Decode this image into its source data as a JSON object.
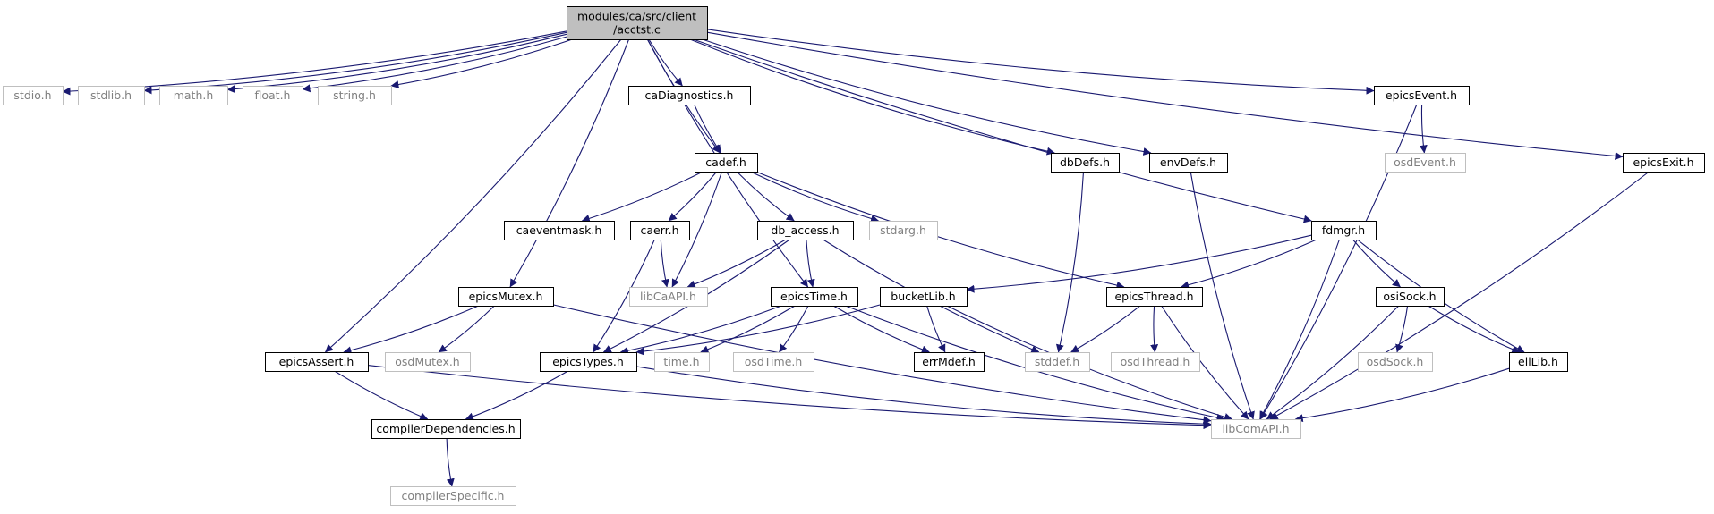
{
  "colors": {
    "edge": "#191970",
    "root_fill": "#bfbfbf",
    "node_border": "#000000",
    "external_border": "#bfbfbf",
    "node_text": "#000000",
    "external_text": "#808080",
    "background": "#ffffff"
  },
  "graph": {
    "nodes": [
      {
        "id": "acctst",
        "label": "modules/ca/src/client",
        "label2": "/acctst.c",
        "style": "root"
      },
      {
        "id": "stdio",
        "label": "stdio.h",
        "style": "external"
      },
      {
        "id": "stdlib",
        "label": "stdlib.h",
        "style": "external"
      },
      {
        "id": "math",
        "label": "math.h",
        "style": "external"
      },
      {
        "id": "float",
        "label": "float.h",
        "style": "external"
      },
      {
        "id": "string",
        "label": "string.h",
        "style": "external"
      },
      {
        "id": "caDiagnostics",
        "label": "caDiagnostics.h",
        "style": "normal"
      },
      {
        "id": "cadef",
        "label": "cadef.h",
        "style": "normal"
      },
      {
        "id": "dbDefs",
        "label": "dbDefs.h",
        "style": "normal"
      },
      {
        "id": "envDefs",
        "label": "envDefs.h",
        "style": "normal"
      },
      {
        "id": "epicsEvent",
        "label": "epicsEvent.h",
        "style": "normal"
      },
      {
        "id": "osdEvent",
        "label": "osdEvent.h",
        "style": "external"
      },
      {
        "id": "epicsExit",
        "label": "epicsExit.h",
        "style": "normal"
      },
      {
        "id": "caeventmask",
        "label": "caeventmask.h",
        "style": "normal"
      },
      {
        "id": "caerr",
        "label": "caerr.h",
        "style": "normal"
      },
      {
        "id": "db_access",
        "label": "db_access.h",
        "style": "normal"
      },
      {
        "id": "stdarg",
        "label": "stdarg.h",
        "style": "external"
      },
      {
        "id": "fdmgr",
        "label": "fdmgr.h",
        "style": "normal"
      },
      {
        "id": "epicsMutex",
        "label": "epicsMutex.h",
        "style": "normal"
      },
      {
        "id": "libCaAPI",
        "label": "libCaAPI.h",
        "style": "external"
      },
      {
        "id": "epicsTime",
        "label": "epicsTime.h",
        "style": "normal"
      },
      {
        "id": "bucketLib",
        "label": "bucketLib.h",
        "style": "normal"
      },
      {
        "id": "epicsThread",
        "label": "epicsThread.h",
        "style": "normal"
      },
      {
        "id": "osiSock",
        "label": "osiSock.h",
        "style": "normal"
      },
      {
        "id": "epicsAssert",
        "label": "epicsAssert.h",
        "style": "normal"
      },
      {
        "id": "osdMutex",
        "label": "osdMutex.h",
        "style": "external"
      },
      {
        "id": "epicsTypes",
        "label": "epicsTypes.h",
        "style": "normal"
      },
      {
        "id": "time",
        "label": "time.h",
        "style": "external"
      },
      {
        "id": "osdTime",
        "label": "osdTime.h",
        "style": "external"
      },
      {
        "id": "errMdef",
        "label": "errMdef.h",
        "style": "normal"
      },
      {
        "id": "stddef",
        "label": "stddef.h",
        "style": "external"
      },
      {
        "id": "osdThread",
        "label": "osdThread.h",
        "style": "external"
      },
      {
        "id": "osdSock",
        "label": "osdSock.h",
        "style": "external"
      },
      {
        "id": "ellLib",
        "label": "ellLib.h",
        "style": "normal"
      },
      {
        "id": "compilerDependencies",
        "label": "compilerDependencies.h",
        "style": "normal"
      },
      {
        "id": "libComAPI",
        "label": "libComAPI.h",
        "style": "external"
      },
      {
        "id": "compilerSpecific",
        "label": "compilerSpecific.h",
        "style": "external"
      }
    ],
    "edges": [
      [
        "acctst",
        "stdio"
      ],
      [
        "acctst",
        "stdlib"
      ],
      [
        "acctst",
        "math"
      ],
      [
        "acctst",
        "float"
      ],
      [
        "acctst",
        "string"
      ],
      [
        "acctst",
        "epicsAssert"
      ],
      [
        "acctst",
        "epicsMutex"
      ],
      [
        "acctst",
        "cadef"
      ],
      [
        "acctst",
        "caDiagnostics"
      ],
      [
        "acctst",
        "epicsTime"
      ],
      [
        "acctst",
        "dbDefs"
      ],
      [
        "acctst",
        "envDefs"
      ],
      [
        "acctst",
        "fdmgr"
      ],
      [
        "acctst",
        "epicsEvent"
      ],
      [
        "acctst",
        "epicsExit"
      ],
      [
        "caDiagnostics",
        "cadef"
      ],
      [
        "cadef",
        "caeventmask"
      ],
      [
        "cadef",
        "caerr"
      ],
      [
        "cadef",
        "libCaAPI"
      ],
      [
        "cadef",
        "db_access"
      ],
      [
        "cadef",
        "stdarg"
      ],
      [
        "cadef",
        "epicsThread"
      ],
      [
        "caerr",
        "libCaAPI"
      ],
      [
        "caerr",
        "epicsTypes"
      ],
      [
        "db_access",
        "libCaAPI"
      ],
      [
        "db_access",
        "epicsTime"
      ],
      [
        "db_access",
        "epicsTypes"
      ],
      [
        "db_access",
        "stddef"
      ],
      [
        "dbDefs",
        "stddef"
      ],
      [
        "envDefs",
        "libComAPI"
      ],
      [
        "epicsEvent",
        "osdEvent"
      ],
      [
        "epicsEvent",
        "libComAPI"
      ],
      [
        "epicsExit",
        "libComAPI"
      ],
      [
        "fdmgr",
        "bucketLib"
      ],
      [
        "fdmgr",
        "epicsThread"
      ],
      [
        "fdmgr",
        "osiSock"
      ],
      [
        "fdmgr",
        "ellLib"
      ],
      [
        "fdmgr",
        "libComAPI"
      ],
      [
        "epicsMutex",
        "epicsAssert"
      ],
      [
        "epicsMutex",
        "osdMutex"
      ],
      [
        "epicsMutex",
        "libComAPI"
      ],
      [
        "epicsTime",
        "epicsTypes"
      ],
      [
        "epicsTime",
        "time"
      ],
      [
        "epicsTime",
        "osdTime"
      ],
      [
        "epicsTime",
        "errMdef"
      ],
      [
        "epicsTime",
        "libComAPI"
      ],
      [
        "bucketLib",
        "epicsTypes"
      ],
      [
        "bucketLib",
        "errMdef"
      ],
      [
        "bucketLib",
        "libComAPI"
      ],
      [
        "epicsThread",
        "stddef"
      ],
      [
        "epicsThread",
        "osdThread"
      ],
      [
        "epicsThread",
        "libComAPI"
      ],
      [
        "osiSock",
        "osdSock"
      ],
      [
        "osiSock",
        "ellLib"
      ],
      [
        "osiSock",
        "libComAPI"
      ],
      [
        "ellLib",
        "libComAPI"
      ],
      [
        "epicsAssert",
        "compilerDependencies"
      ],
      [
        "epicsAssert",
        "libComAPI"
      ],
      [
        "epicsTypes",
        "compilerDependencies"
      ],
      [
        "epicsTypes",
        "libComAPI"
      ],
      [
        "compilerDependencies",
        "compilerSpecific"
      ]
    ]
  }
}
